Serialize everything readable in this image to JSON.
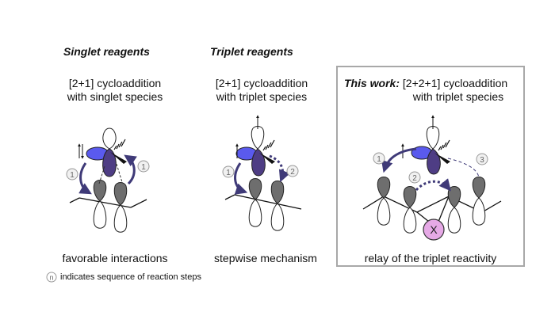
{
  "columns": {
    "singlet": {
      "heading": "Singlet reagents",
      "line1": "[2+1] cycloaddition",
      "line2": "with singlet species",
      "caption": "favorable interactions"
    },
    "triplet": {
      "heading": "Triplet reagents",
      "line1": "[2+1] cycloaddition",
      "line2": "with triplet species",
      "caption": "stepwise mechanism"
    },
    "work": {
      "heading": "This work:",
      "line1": "[2+2+1] cycloaddition",
      "line2": "with triplet species",
      "caption": "relay of the triplet reactivity"
    }
  },
  "step_labels": [
    "1",
    "2",
    "3"
  ],
  "mediator_label": "X",
  "footnote": {
    "marker": "n",
    "text": "indicates sequence of reaction steps"
  },
  "colors": {
    "orbital_blue": "#5a5aee",
    "orbital_purple": "#4e3d84",
    "lobe_gray": "#6e6e6e",
    "arrow": "#3f3a78",
    "mediator": "#e6a9e6",
    "box_border": "#a8a8a8"
  }
}
